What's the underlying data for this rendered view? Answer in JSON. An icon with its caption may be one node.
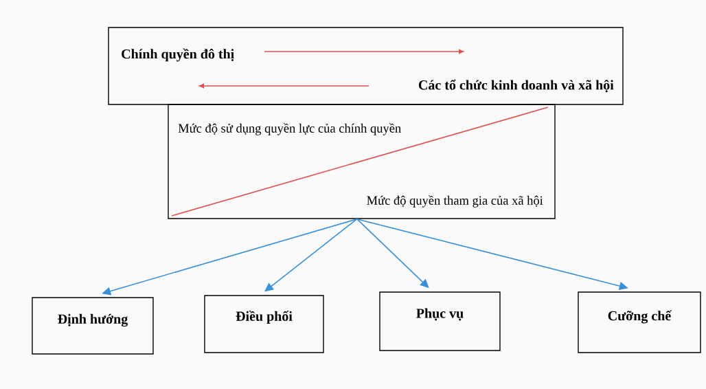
{
  "diagram": {
    "nodes": [
      {
        "text": [
          "Chính quyền đô thị",
          "Các tổ chức kinh doanh và xã hội"
        ]
      },
      {
        "text": [
          "Mức độ sử dụng quyền lực của chính quyền",
          "Mức độ quyền tham gia của xã hội"
        ]
      },
      {
        "text": [
          "Định hướng"
        ]
      },
      {
        "text": [
          "Điều phối"
        ]
      },
      {
        "text": [
          "Phục vụ"
        ]
      },
      {
        "text": [
          "Cưỡng chế"
        ]
      }
    ],
    "edges": [
      {
        "from": 1,
        "to": 2,
        "arrow": "to"
      },
      {
        "from": 1,
        "to": 3,
        "arrow": "to"
      },
      {
        "from": 1,
        "to": 4,
        "arrow": "to"
      },
      {
        "from": 1,
        "to": 5,
        "arrow": "to"
      }
    ]
  }
}
